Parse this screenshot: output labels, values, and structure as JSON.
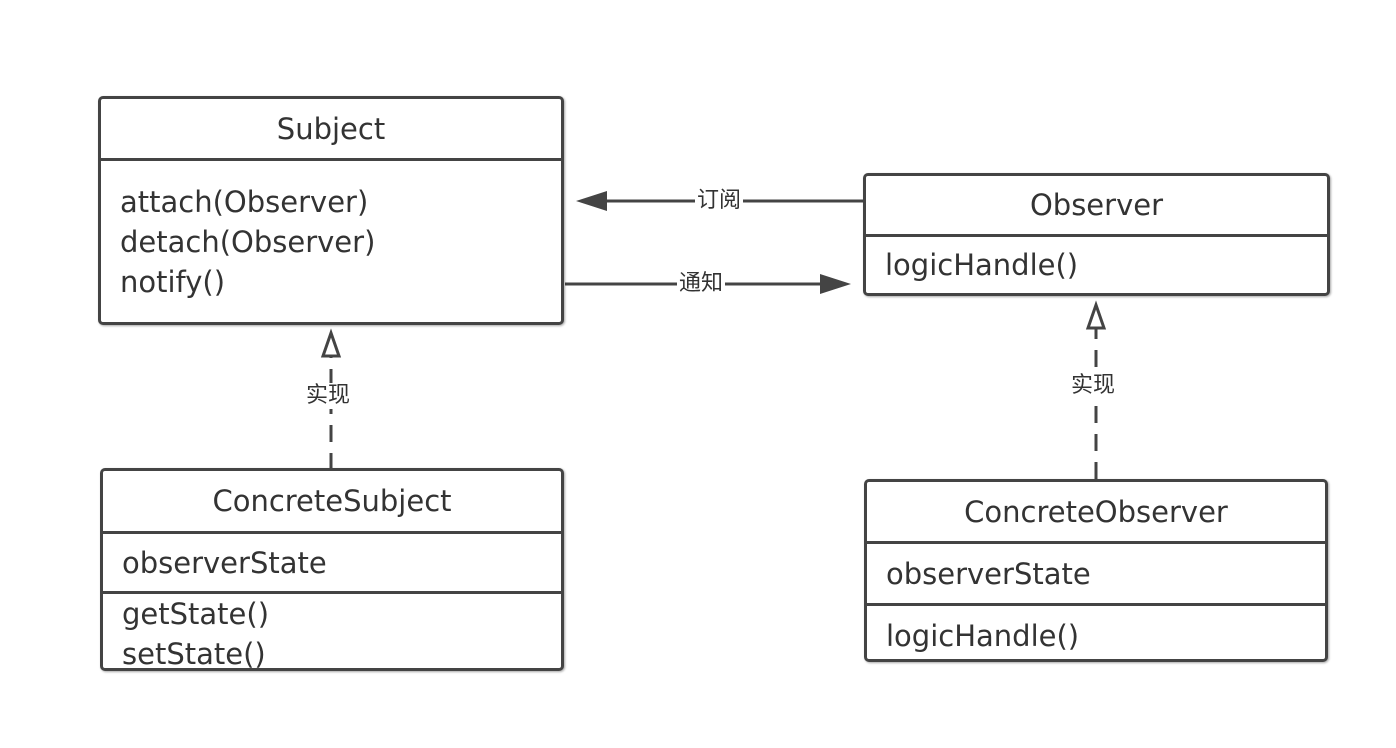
{
  "classes": {
    "subject": {
      "name": "Subject",
      "methods": [
        "attach(Observer)",
        "detach(Observer)",
        "notify()"
      ]
    },
    "observer": {
      "name": "Observer",
      "methods": [
        "logicHandle()"
      ]
    },
    "concrete_subject": {
      "name": "ConcreteSubject",
      "attributes": [
        "observerState"
      ],
      "methods": [
        "getState()",
        "setState()"
      ]
    },
    "concrete_observer": {
      "name": "ConcreteObserver",
      "attributes": [
        "observerState"
      ],
      "methods": [
        "logicHandle()"
      ]
    }
  },
  "relations": {
    "subscribe": {
      "label": "订阅",
      "from": "Observer",
      "to": "Subject",
      "kind": "association"
    },
    "notify": {
      "label": "通知",
      "from": "Subject",
      "to": "Observer",
      "kind": "association"
    },
    "implement_subject": {
      "label": "实现",
      "from": "ConcreteSubject",
      "to": "Subject",
      "kind": "realization"
    },
    "implement_observer": {
      "label": "实现",
      "from": "ConcreteObserver",
      "to": "Observer",
      "kind": "realization"
    }
  },
  "colors": {
    "stroke": "#444444",
    "text": "#333333",
    "background": "#ffffff"
  }
}
